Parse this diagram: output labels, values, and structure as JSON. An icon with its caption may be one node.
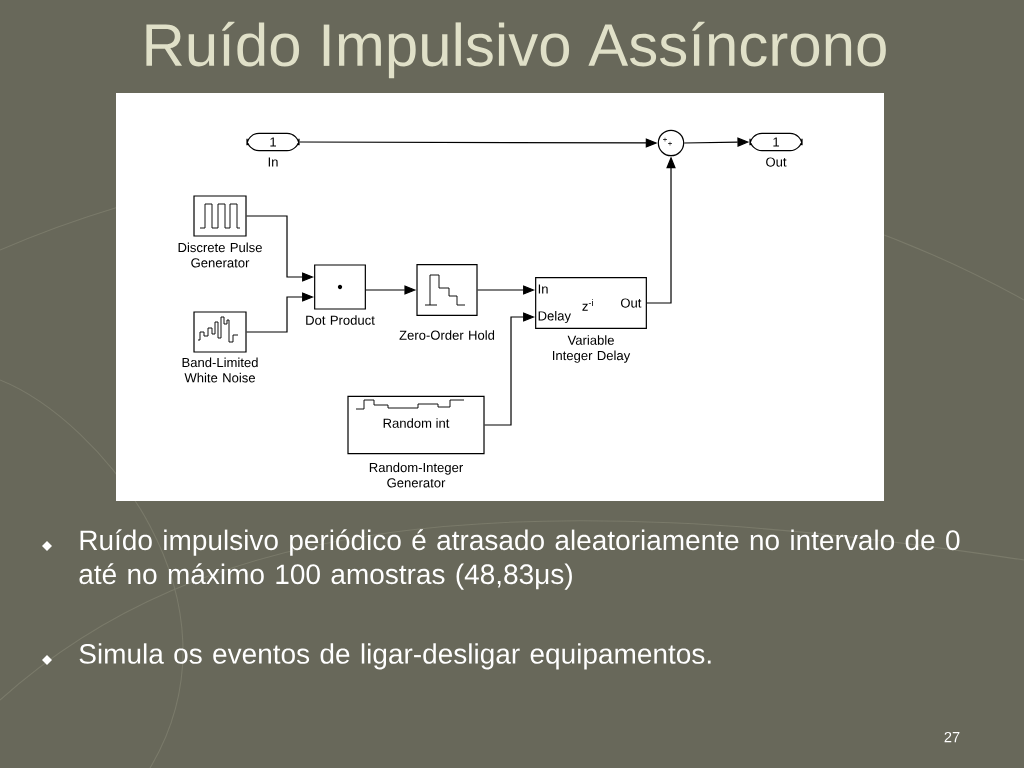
{
  "diagram": {
    "title": "Ruído Impulsivo Assíncrono",
    "nodes": [
      {
        "text": [
          "1",
          "In"
        ]
      },
      {
        "text": [
          "+",
          "+"
        ]
      },
      {
        "text": [
          "1",
          "Out"
        ]
      },
      {
        "text": [
          "Discrete Pulse Generator"
        ]
      },
      {
        "text": [
          "Band-Limited White Noise"
        ]
      },
      {
        "text": [
          "Dot Product"
        ]
      },
      {
        "text": [
          "Zero-Order Hold"
        ]
      },
      {
        "text": [
          "In",
          "Delay",
          "z$^{-i}$",
          "Out",
          "Variable Integer Delay"
        ]
      },
      {
        "text": [
          "Random int",
          "Random-Integer Generator"
        ]
      }
    ],
    "edges": [
      {
        "from": 0,
        "to": 1,
        "arrow": "to"
      },
      {
        "from": 1,
        "to": 2,
        "arrow": "to"
      },
      {
        "from": 3,
        "to": 5,
        "arrow": "to"
      },
      {
        "from": 4,
        "to": 5,
        "arrow": "to"
      },
      {
        "from": 5,
        "to": 6,
        "arrow": "to"
      },
      {
        "from": 6,
        "to": 7,
        "arrow": "to"
      },
      {
        "from": 8,
        "to": 7,
        "arrow": "to"
      },
      {
        "from": 7,
        "to": 1,
        "arrow": "to"
      }
    ],
    "labels": [
      "Ruído impulsivo periódico é atrasado aleatoriamente no intervalo de 0 até no máximo 100 amostras (48,83μs)",
      "Simula os eventos de ligar-desligar equipamentos.",
      "27"
    ]
  }
}
